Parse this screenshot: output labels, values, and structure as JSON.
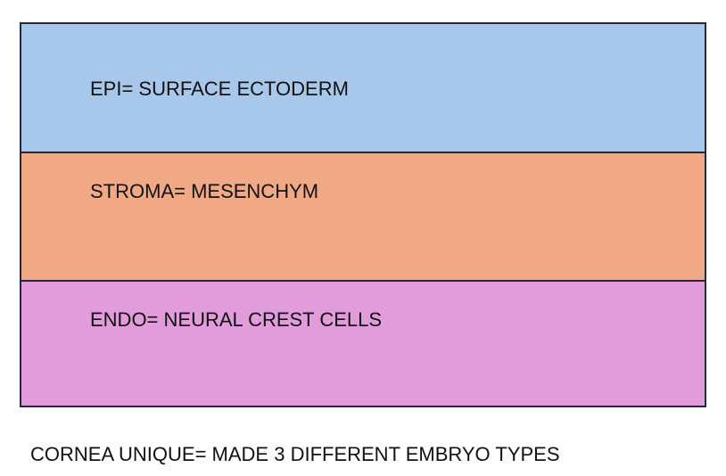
{
  "layers": [
    {
      "label": "EPI= SURFACE ECTODERM",
      "color": "#a7c8ea"
    },
    {
      "label": "STROMA= MESENCHYM",
      "color": "#f0a984"
    },
    {
      "label": "ENDO= NEURAL CREST CELLS",
      "color": "#e29bdb"
    }
  ],
  "caption": "CORNEA UNIQUE= MADE 3 DIFFERENT EMBRYO TYPES"
}
